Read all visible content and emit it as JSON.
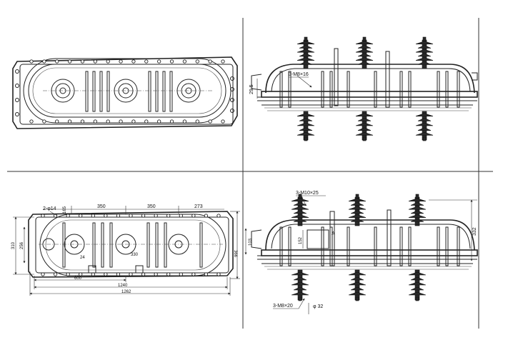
{
  "drawing": {
    "top_right": {
      "callout_bolt": "3-M8×16",
      "dim_height": "29.5"
    },
    "bottom_left": {
      "callout_hole": "2-φ14",
      "dim_top_left": "165",
      "dim_spacing_1": "350",
      "dim_spacing_2": "350",
      "dim_top_right": "273",
      "dim_left_outer": "310",
      "dim_left_inner": "256",
      "dim_right": "366",
      "dim_small_a": "24",
      "dim_small_b": "330",
      "dim_bottom_1": "600",
      "dim_bottom_2": "1240",
      "dim_bottom_3": "1262"
    },
    "bottom_right": {
      "callout_top": "3-M10×25",
      "dim_right": "332",
      "dim_left": "103",
      "dim_inner": "152",
      "section_mark": "A",
      "callout_bottom": "3-M8×20",
      "dim_dia": "φ 32"
    }
  }
}
